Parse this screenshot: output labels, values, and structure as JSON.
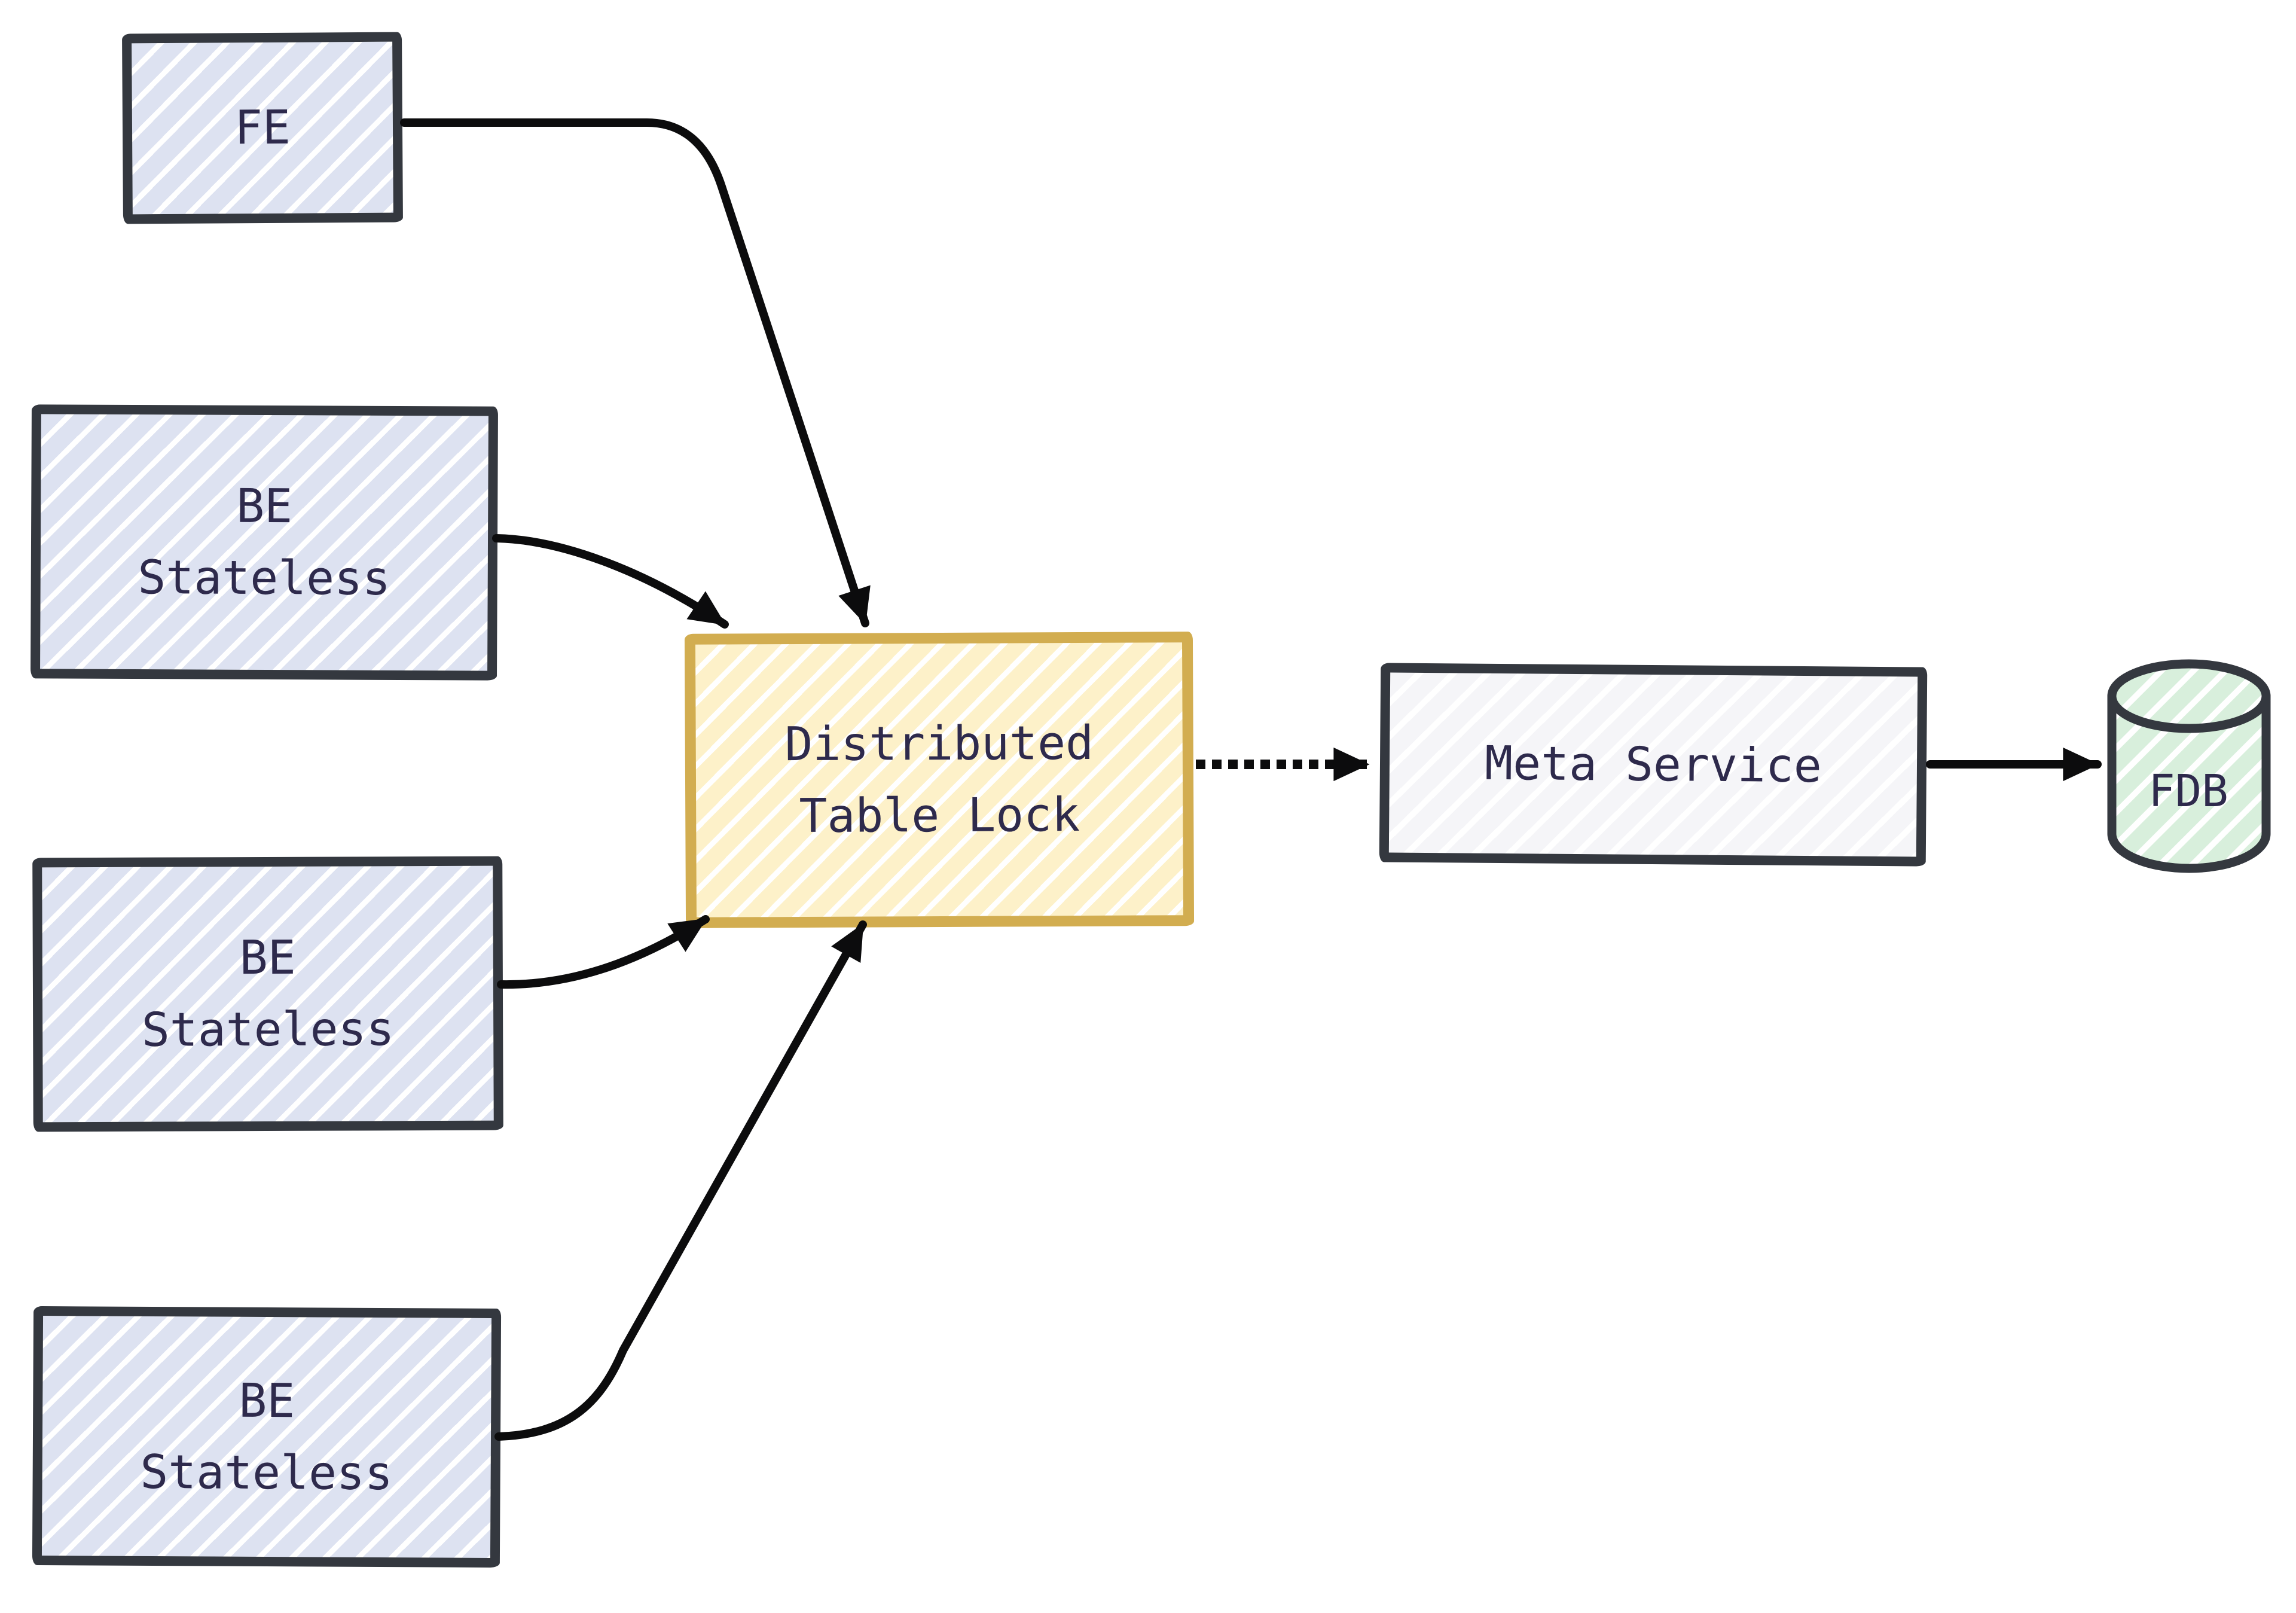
{
  "diagram": {
    "kind": "architecture-flow",
    "style": "hand-drawn (excalidraw-like)"
  },
  "colors": {
    "ink": "#2e2a4c",
    "stroke": "#34383f",
    "arrow": "#0c0c0d",
    "mustard": "#d2ad50",
    "lavender": "#dde2f1",
    "cream": "#fdf1c9",
    "mint": "#d8efdc",
    "meta_fill": "#f5f5f8"
  },
  "nodes": {
    "fe": {
      "label": "FE"
    },
    "be1": {
      "line1": "BE",
      "line2": "Stateless"
    },
    "be2": {
      "line1": "BE",
      "line2": "Stateless"
    },
    "be3": {
      "line1": "BE",
      "line2": "Stateless"
    },
    "dtl": {
      "line1": "Distributed",
      "line2": "Table Lock"
    },
    "meta": {
      "label": "Meta Service"
    },
    "fdb": {
      "label": "FDB"
    }
  },
  "edges": [
    {
      "from": "FE",
      "to": "Distributed Table Lock",
      "style": "solid"
    },
    {
      "from": "BE Stateless (top)",
      "to": "Distributed Table Lock",
      "style": "solid"
    },
    {
      "from": "BE Stateless (middle)",
      "to": "Distributed Table Lock",
      "style": "solid"
    },
    {
      "from": "BE Stateless (bottom)",
      "to": "Distributed Table Lock",
      "style": "solid"
    },
    {
      "from": "Distributed Table Lock",
      "to": "Meta Service",
      "style": "dotted"
    },
    {
      "from": "Meta Service",
      "to": "FDB",
      "style": "solid"
    }
  ]
}
